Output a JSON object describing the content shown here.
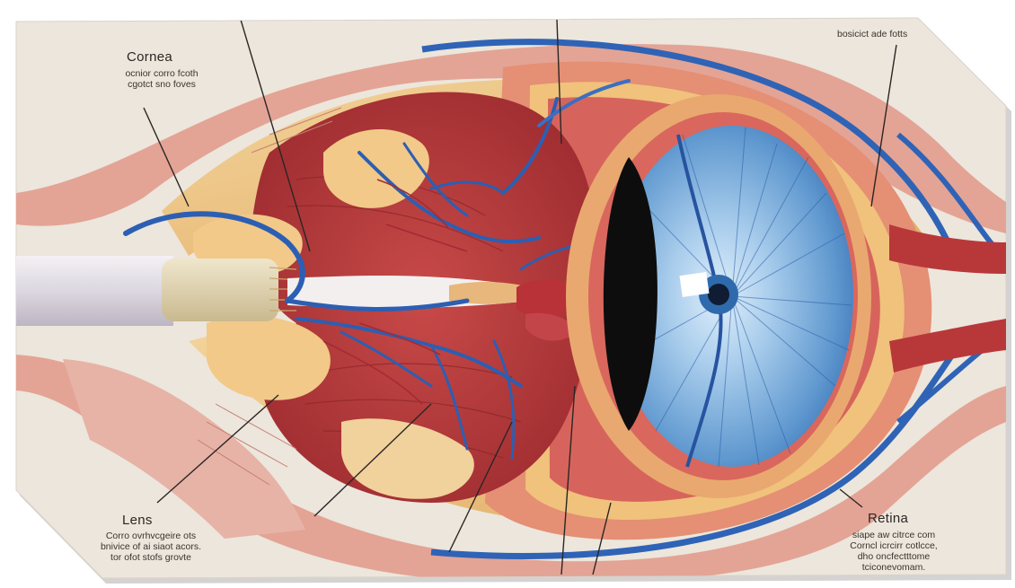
{
  "labels": {
    "cornea": {
      "title": "Cornea",
      "caption": [
        "ocnior corro fcoth",
        "cgotct sno foves"
      ]
    },
    "top_right": {
      "caption": [
        "bosicict ade fotts"
      ]
    },
    "lens": {
      "title": "Lens",
      "caption": [
        "Corro ovrhvcgeire ots",
        "bnivice of ai siaot acors.",
        "tor ofot stofs grovte"
      ]
    },
    "retina": {
      "title": "Retina",
      "caption": [
        "siape aw citrce com",
        "Corncl icrcirr cotlcce,",
        "dho oncfectttome",
        "tciconevomam."
      ]
    }
  },
  "colors": {
    "background": "#ece6dc",
    "tissue_pink": "#e9a79b",
    "muscle_red": "#b63a3b",
    "fat_yellow": "#edc17d",
    "iris_blue": "#6fa6d6",
    "vessel_blue": "#2c5fb3",
    "pupil": "#0d0d0e"
  }
}
